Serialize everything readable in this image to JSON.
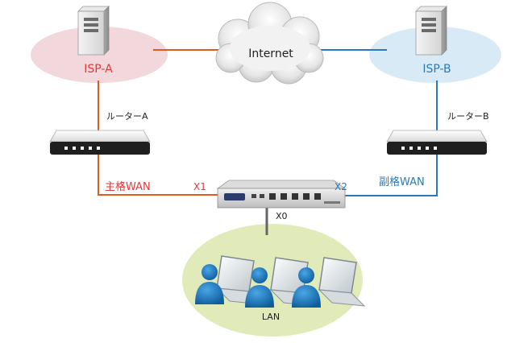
{
  "internet": {
    "label": "Internet"
  },
  "isp_a": {
    "label": "ISP-A"
  },
  "isp_b": {
    "label": "ISP-B"
  },
  "router_a": {
    "label": "ルーターA"
  },
  "router_b": {
    "label": "ルーターB"
  },
  "primary_wan": {
    "label": "主格WAN"
  },
  "secondary_wan": {
    "label": "副格WAN"
  },
  "ports": {
    "x1": "X1",
    "x2": "X2",
    "x0": "X0"
  },
  "lan": {
    "label": "LAN"
  },
  "colors": {
    "isp_a_link": "#e05a1e",
    "isp_b_link": "#2a7ab8",
    "isp_a_label": "#e03a3a",
    "isp_b_label": "#2a7ab8",
    "isp_a_zone": "#f2d7dc",
    "isp_b_zone": "#d9eaf7",
    "lan_zone": "#e1ebb9",
    "person": "#1a7cc4",
    "lan_link": "#666666"
  },
  "icons": {
    "server": "server-icon",
    "cloud": "cloud-icon",
    "router": "router-icon",
    "firewall": "firewall-appliance-icon",
    "user": "user-icon",
    "laptop": "laptop-icon"
  }
}
